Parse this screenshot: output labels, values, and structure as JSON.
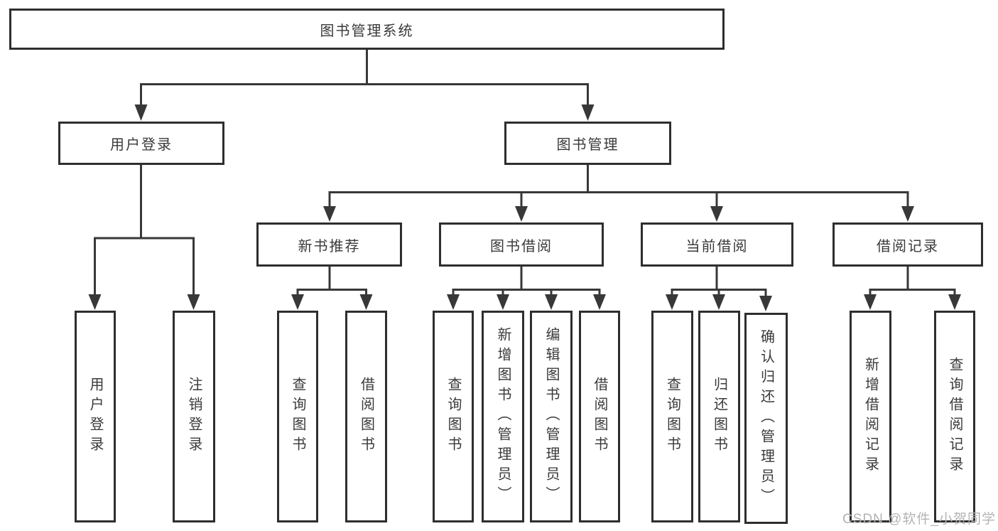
{
  "diagram": {
    "title": "图书管理系统",
    "branches": [
      {
        "label": "用户登录",
        "children": [
          "用户登录",
          "注销登录"
        ]
      },
      {
        "label": "图书管理",
        "sections": [
          {
            "label": "新书推荐",
            "children": [
              "查询图书",
              "借阅图书"
            ]
          },
          {
            "label": "图书借阅",
            "children": [
              "查询图书",
              "新增图书（管理员）",
              "编辑图书（管理员）",
              "借阅图书"
            ]
          },
          {
            "label": "当前借阅",
            "children": [
              "查询图书",
              "归还图书",
              "确认归还（管理员）"
            ]
          },
          {
            "label": "借阅记录",
            "children": [
              "新增借阅记录",
              "查询借阅记录"
            ]
          }
        ]
      }
    ],
    "watermark": "CSDN @软件_小贺同学",
    "colors": {
      "line": "#383838",
      "border": "#2e2e2e",
      "text": "#3a3a3a",
      "watermark": "#b3b3b3",
      "background": "#ffffff"
    }
  }
}
